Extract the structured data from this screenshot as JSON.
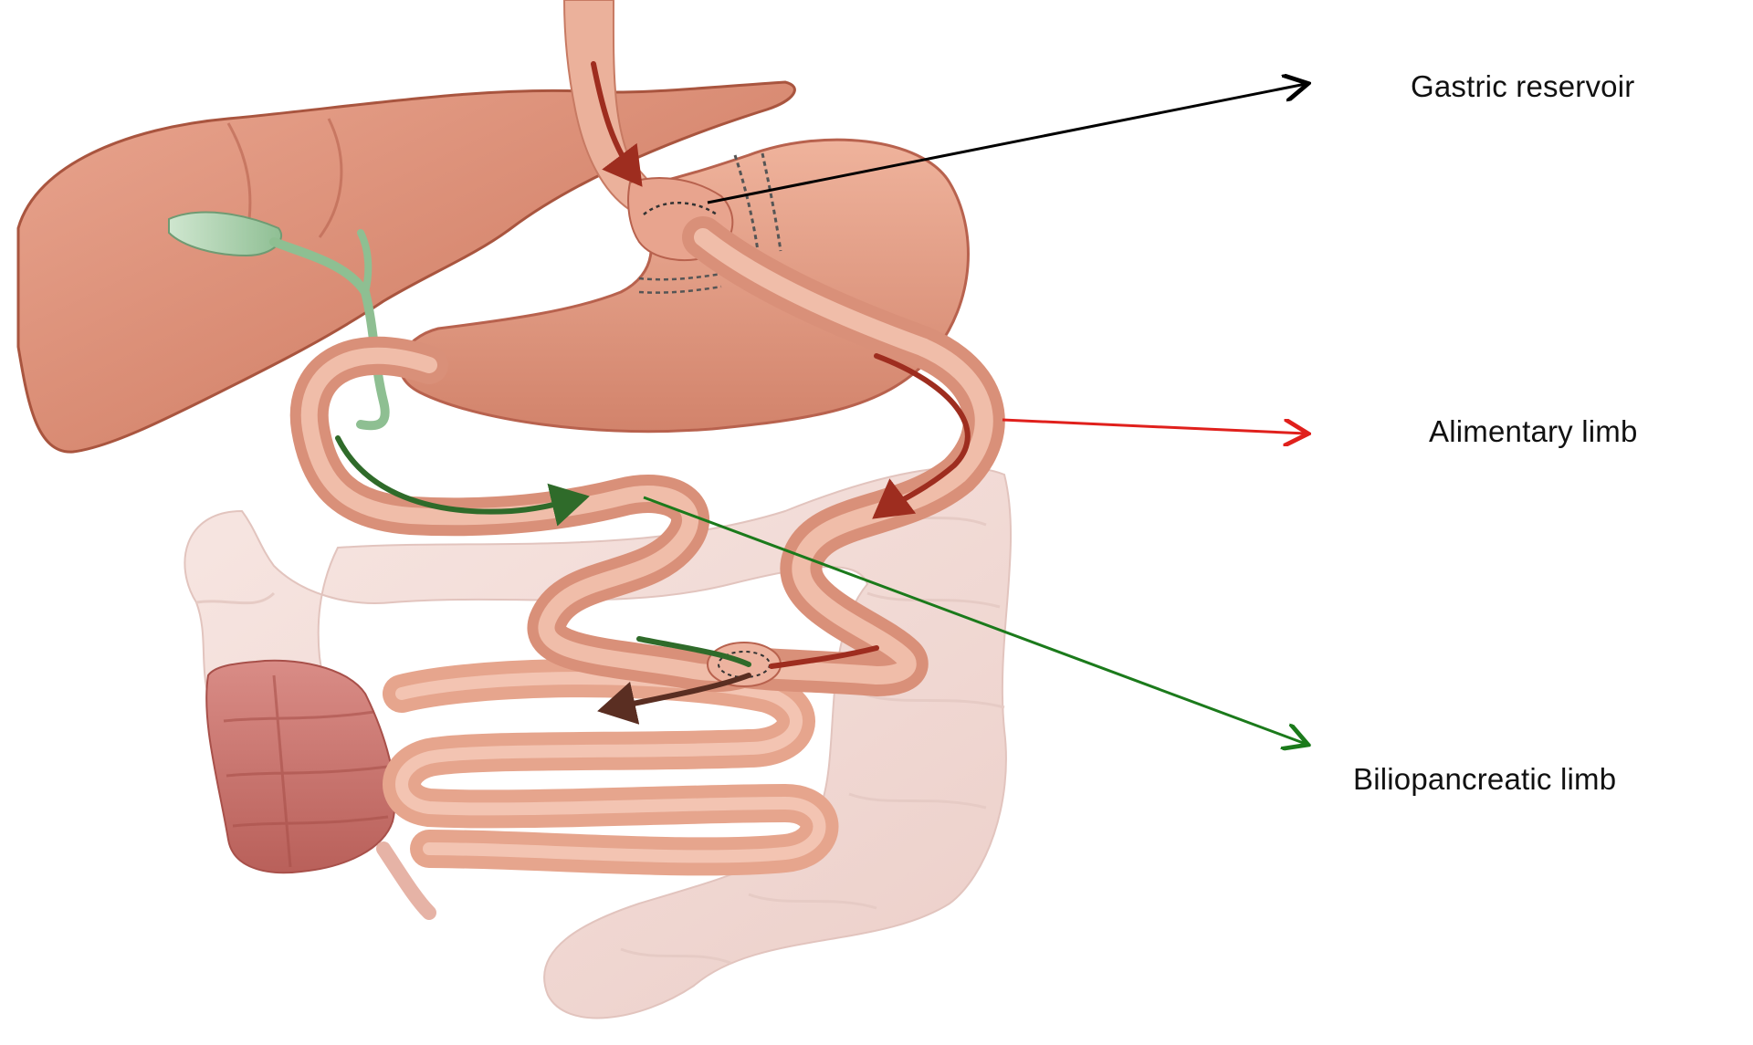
{
  "labels": {
    "gastric_reservoir": "Gastric reservoir",
    "alimentary_limb": "Alimentary limb",
    "biliopancreatic_limb": "Biliopancreatic limb"
  },
  "colors": {
    "gastric_pointer": "#000000",
    "alimentary_pointer": "#e0201c",
    "biliopancreatic_pointer": "#1b7a1b",
    "organ_flesh": "#d9917a",
    "colon": "#f2dcd8",
    "gallbladder": "#9cc8a0"
  },
  "icons": {
    "gastric_pointer": "arrow-right-icon",
    "alimentary_pointer": "arrow-right-icon",
    "biliopancreatic_pointer": "arrow-right-icon"
  }
}
